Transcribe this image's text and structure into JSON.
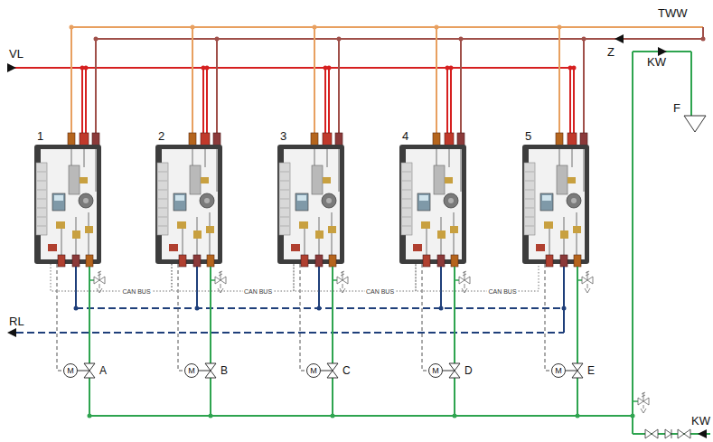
{
  "diagram": {
    "nodes": [
      {
        "text": [
          "1"
        ]
      },
      {
        "text": [
          "2"
        ]
      },
      {
        "text": [
          "3"
        ]
      },
      {
        "text": [
          "4"
        ]
      },
      {
        "text": [
          "5"
        ]
      },
      {
        "text": [
          "M"
        ]
      },
      {
        "text": [
          "M"
        ]
      },
      {
        "text": [
          "M"
        ]
      },
      {
        "text": [
          "M"
        ]
      },
      {
        "text": [
          "M"
        ]
      }
    ],
    "edges": [
      {
        "from": 0,
        "to": 1,
        "label": "CAN BUS",
        "arrow": "none"
      },
      {
        "from": 1,
        "to": 2,
        "label": "CAN BUS",
        "arrow": "none"
      },
      {
        "from": 2,
        "to": 3,
        "label": "CAN BUS",
        "arrow": "none"
      },
      {
        "from": 3,
        "to": 4,
        "label": "CAN BUS",
        "arrow": "none"
      },
      {
        "from": 0,
        "to": 5,
        "arrow": "none"
      },
      {
        "from": 1,
        "to": 6,
        "arrow": "none"
      },
      {
        "from": 2,
        "to": 7,
        "arrow": "none"
      },
      {
        "from": 3,
        "to": 8,
        "arrow": "none"
      },
      {
        "from": 4,
        "to": 9,
        "arrow": "none"
      }
    ],
    "labels": [
      "TWW",
      "VL",
      "Z",
      "KW",
      "F",
      "RL",
      "A",
      "B",
      "C",
      "D",
      "E",
      "KW"
    ]
  }
}
